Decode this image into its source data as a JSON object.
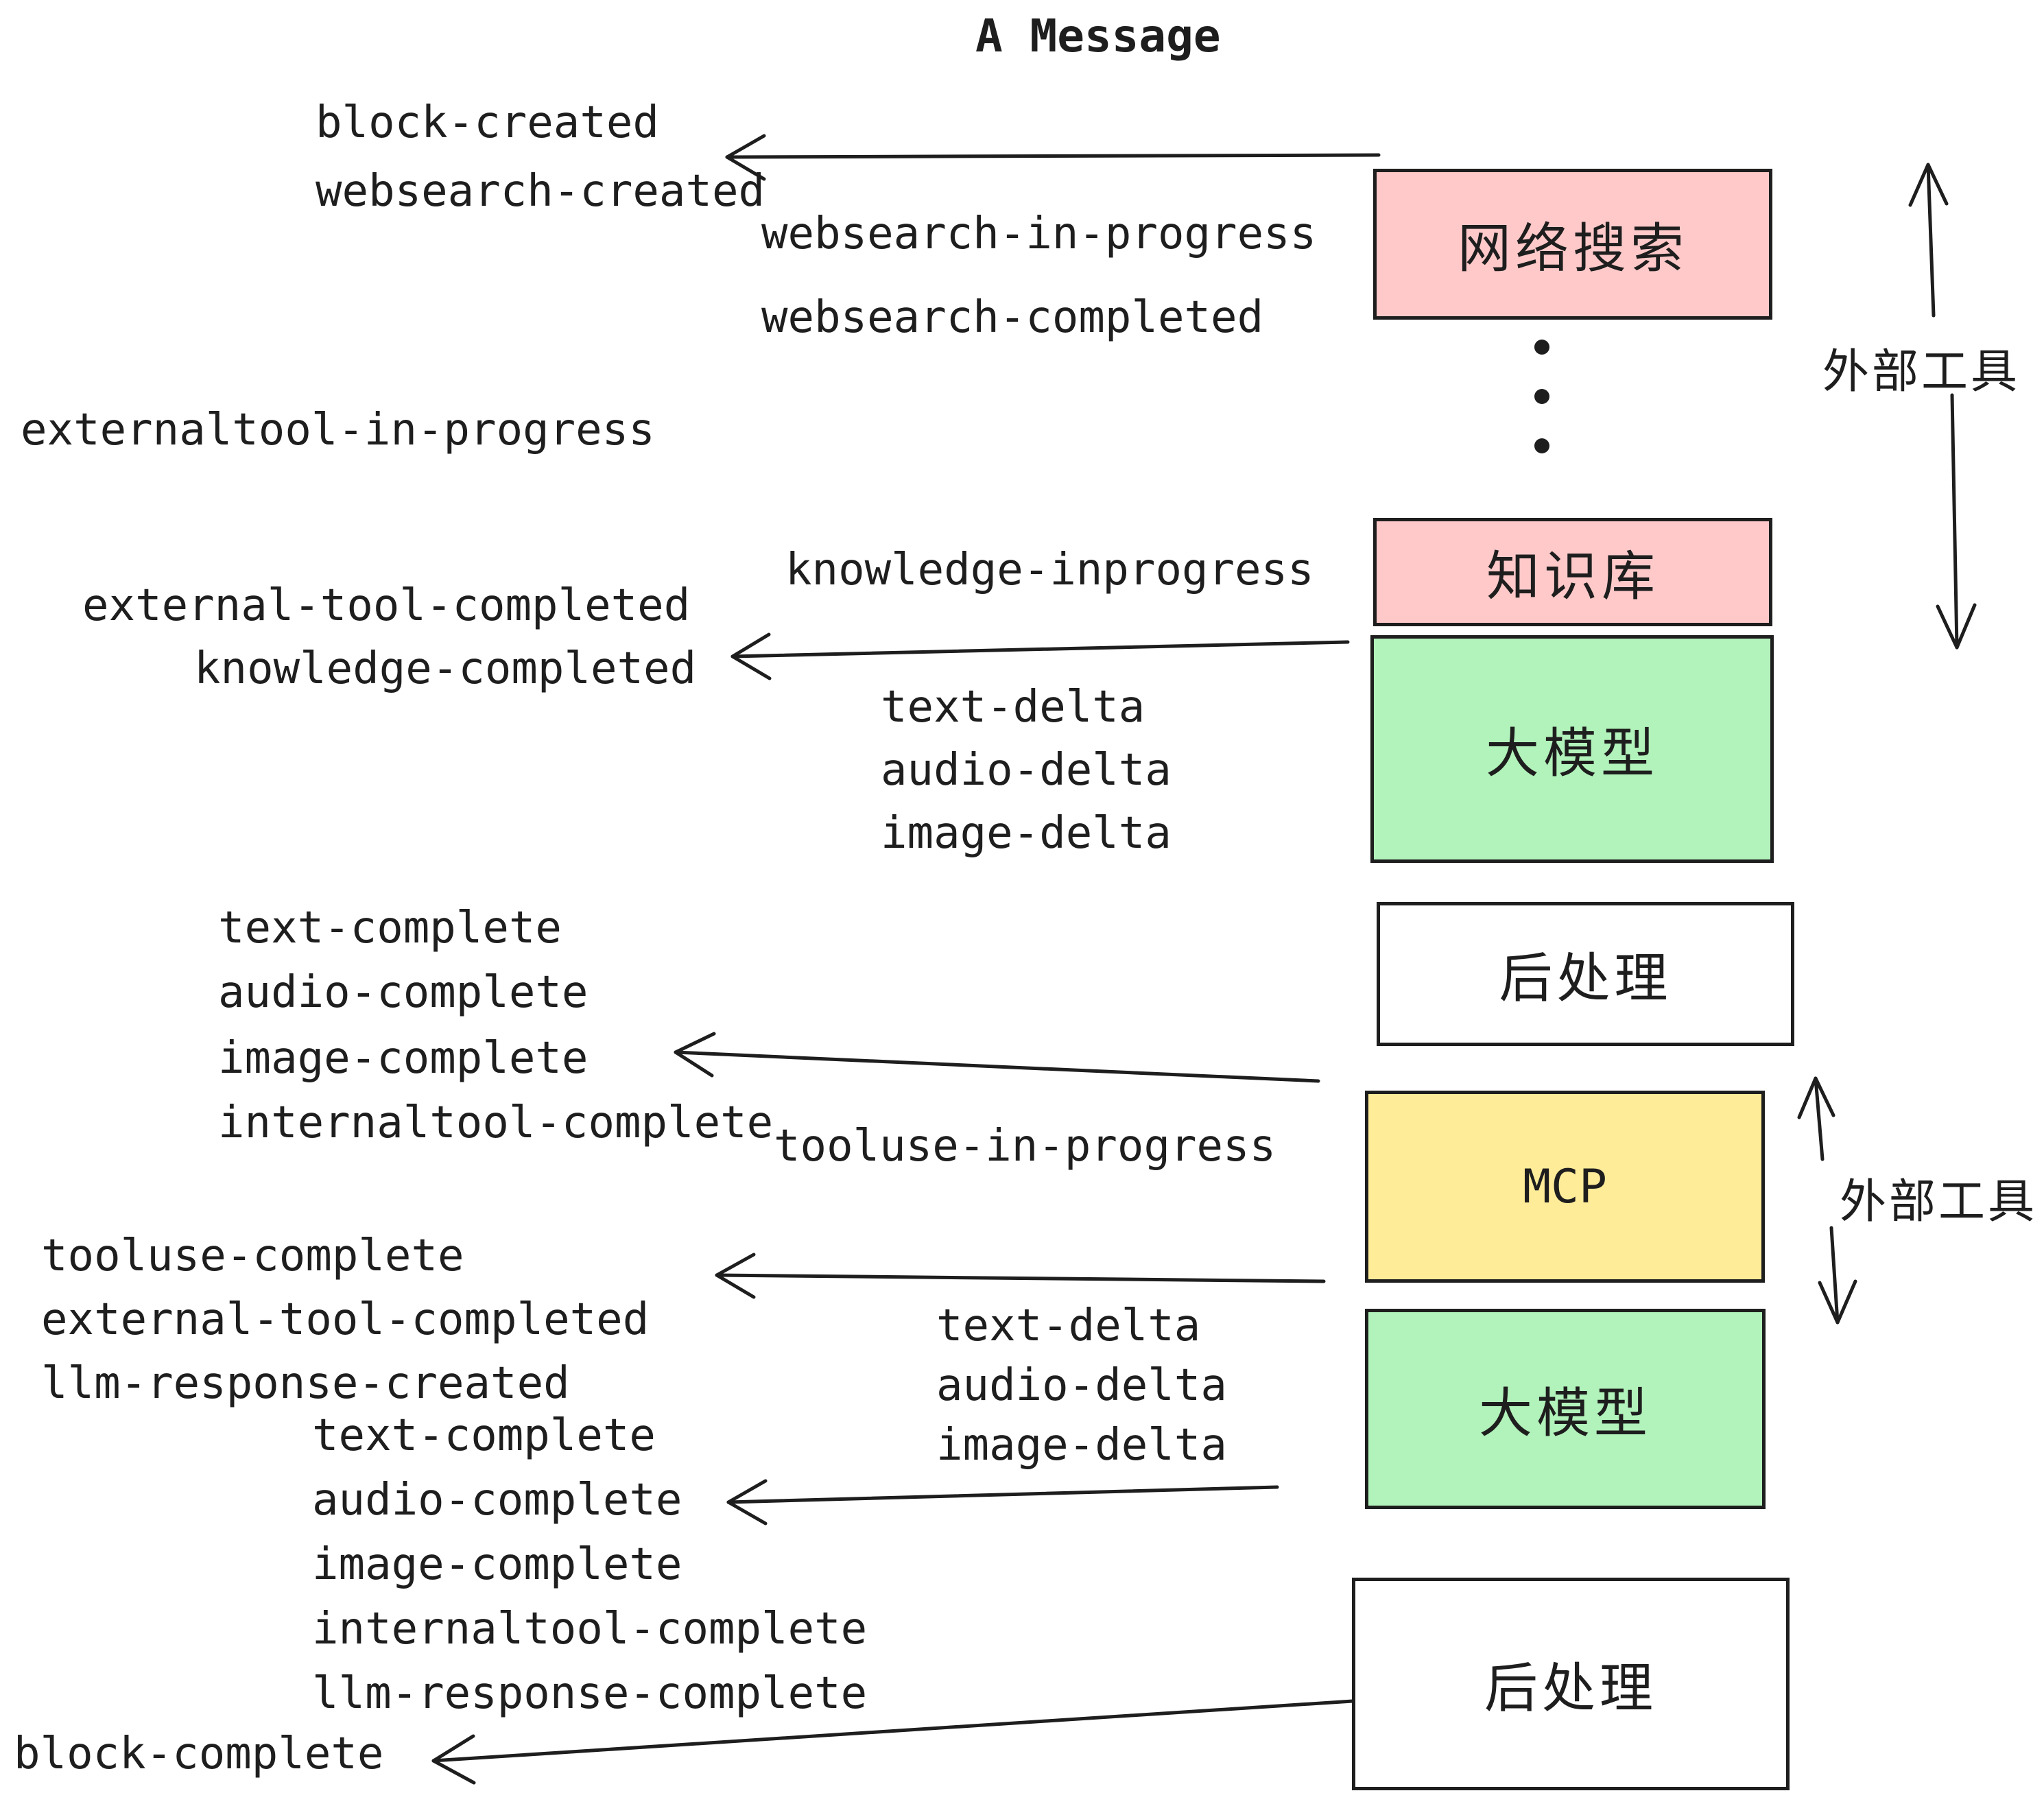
{
  "title": "A Message",
  "colors": {
    "pink": "#ffc9c9",
    "green": "#b2f2bb",
    "yellow": "#ffec99",
    "white": "#ffffff",
    "ink": "#1e1e1e"
  },
  "boxes": [
    {
      "id": "websearch",
      "label": "网络搜索",
      "fill": "pink"
    },
    {
      "id": "knowledge",
      "label": "知识库",
      "fill": "pink"
    },
    {
      "id": "llm-1",
      "label": "大模型",
      "fill": "green"
    },
    {
      "id": "postprocess-1",
      "label": "后处理",
      "fill": "white"
    },
    {
      "id": "mcp",
      "label": "MCP",
      "fill": "yellow"
    },
    {
      "id": "llm-2",
      "label": "大模型",
      "fill": "green"
    },
    {
      "id": "postprocess-2",
      "label": "后处理",
      "fill": "white"
    }
  ],
  "side_labels": {
    "external_tools_upper": "外部工具",
    "external_tools_lower": "外部工具"
  },
  "events": {
    "block_created": "block-created",
    "websearch_created": "websearch-created",
    "websearch_in_progress": "websearch-in-progress",
    "websearch_completed": "websearch-completed",
    "externaltool_in_progress": "externaltool-in-progress",
    "knowledge_inprogress": "knowledge-inprogress",
    "external_tool_completed_1": "external-tool-completed",
    "knowledge_completed": "knowledge-completed",
    "text_delta_1": "text-delta",
    "audio_delta_1": "audio-delta",
    "image_delta_1": "image-delta",
    "text_complete_1": "text-complete",
    "audio_complete_1": "audio-complete",
    "image_complete_1": "image-complete",
    "internaltool_complete_1": "internaltool-complete",
    "tooluse_in_progress": "tooluse-in-progress",
    "tooluse_complete": "tooluse-complete",
    "external_tool_completed_2": "external-tool-completed",
    "llm_response_created": "llm-response-created",
    "text_complete_2": "text-complete",
    "audio_complete_2": "audio-complete",
    "image_complete_2": "image-complete",
    "internaltool_complete_2": "internaltool-complete",
    "llm_response_complete": "llm-response-complete",
    "text_delta_2": "text-delta",
    "audio_delta_2": "audio-delta",
    "image_delta_2": "image-delta",
    "block_complete": "block-complete"
  }
}
